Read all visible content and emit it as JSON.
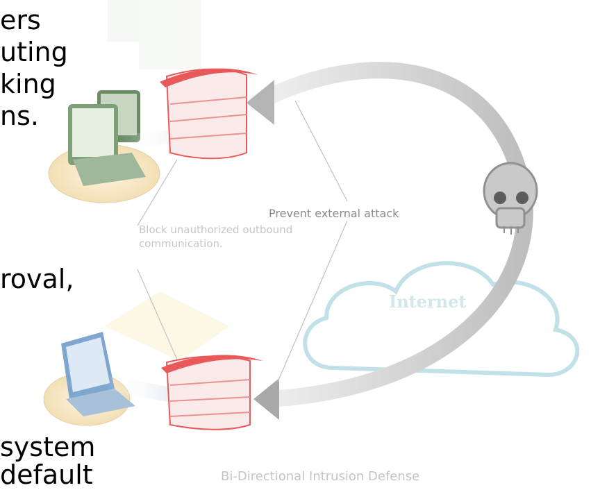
{
  "text_fragments": [
    "ers",
    "uting",
    "king",
    "ns.",
    "roval,",
    "system",
    "default"
  ],
  "diagram": {
    "title": "Bi-Directional Intrusion Defense",
    "label_outbound": "Block unauthorized outbound",
    "label_outbound_2": "communication.",
    "label_external": "Prevent external attack",
    "cloud_label": "Internet",
    "colors": {
      "firewall": "#e85a5a",
      "arrow": "#c8c8c8",
      "monitor": "#8fb08a",
      "laptop": "#7fa6cf",
      "cloud": "#bcdde6",
      "caption": "#b5b5b5"
    }
  }
}
